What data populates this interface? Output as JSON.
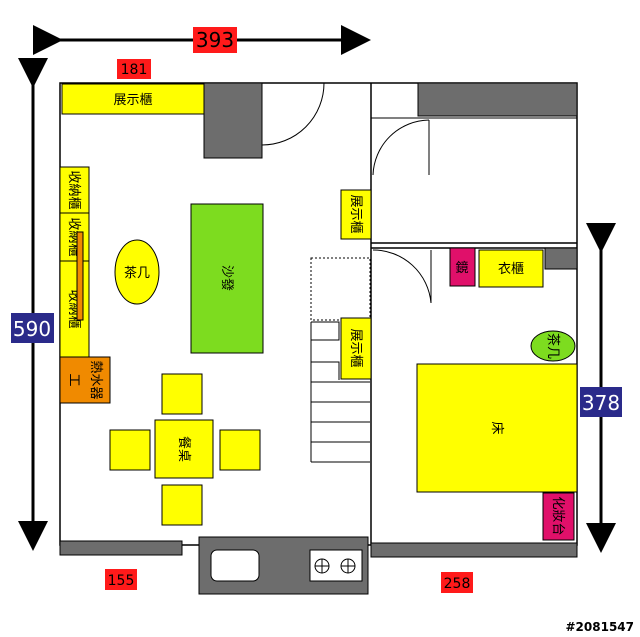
{
  "dimensions": {
    "top_width": "393",
    "top_left_segment": "181",
    "left_height": "590",
    "right_height": "378",
    "bottom_left": "155",
    "bottom_right": "258"
  },
  "rooms": {
    "living": {
      "display_cabinet_top": "展示櫃",
      "storage_cabinet_1": "收納櫃",
      "storage_cabinet_2": "收納櫃",
      "storage_cabinet_3": "收納櫃",
      "coffee_table": "茶几",
      "sofa": "沙發",
      "water_heater": "熱水器",
      "water_heater_short": "工",
      "dining_table": "餐桌",
      "display_cabinet_mid": "展示櫃",
      "display_cabinet_stair": "展示櫃"
    },
    "bedroom": {
      "mirror": "鏡",
      "wardrobe": "衣櫃",
      "coffee_table": "茶几",
      "bed": "床",
      "vanity": "化妝台"
    }
  },
  "watermark": "#2081547",
  "colors": {
    "yellow": "#ffff00",
    "green": "#7ddc1f",
    "gray": "#6d6d6d",
    "orange": "#f08a00",
    "pink": "#e0106a",
    "red_label": "#ff1a1a",
    "blue_label": "#2a2a8a"
  }
}
